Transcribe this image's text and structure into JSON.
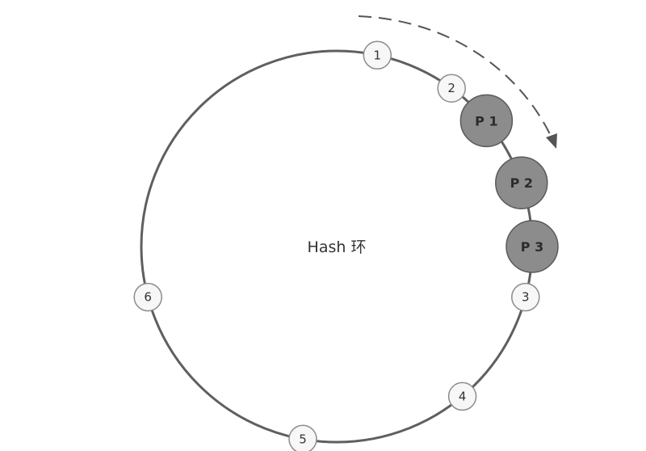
{
  "diagram": {
    "center_label": "Hash 环",
    "ring_nodes": [
      {
        "label": "1",
        "angle_deg": 282
      },
      {
        "label": "2",
        "angle_deg": 306
      },
      {
        "label": "3",
        "angle_deg": 15
      },
      {
        "label": "4",
        "angle_deg": 50
      },
      {
        "label": "5",
        "angle_deg": 100
      },
      {
        "label": "6",
        "angle_deg": 165
      }
    ],
    "placed_nodes": [
      {
        "label": "P 1",
        "angle_deg": 320
      },
      {
        "label": "P 2",
        "angle_deg": 341
      },
      {
        "label": "P 3",
        "angle_deg": 0
      }
    ],
    "arrow": {
      "direction": "clockwise",
      "style": "dashed"
    },
    "colors": {
      "ring": "#5f5f5f",
      "node_fill": "#f7f7f7",
      "placed_fill": "#8c8c8c",
      "arrow": "#555555"
    }
  }
}
